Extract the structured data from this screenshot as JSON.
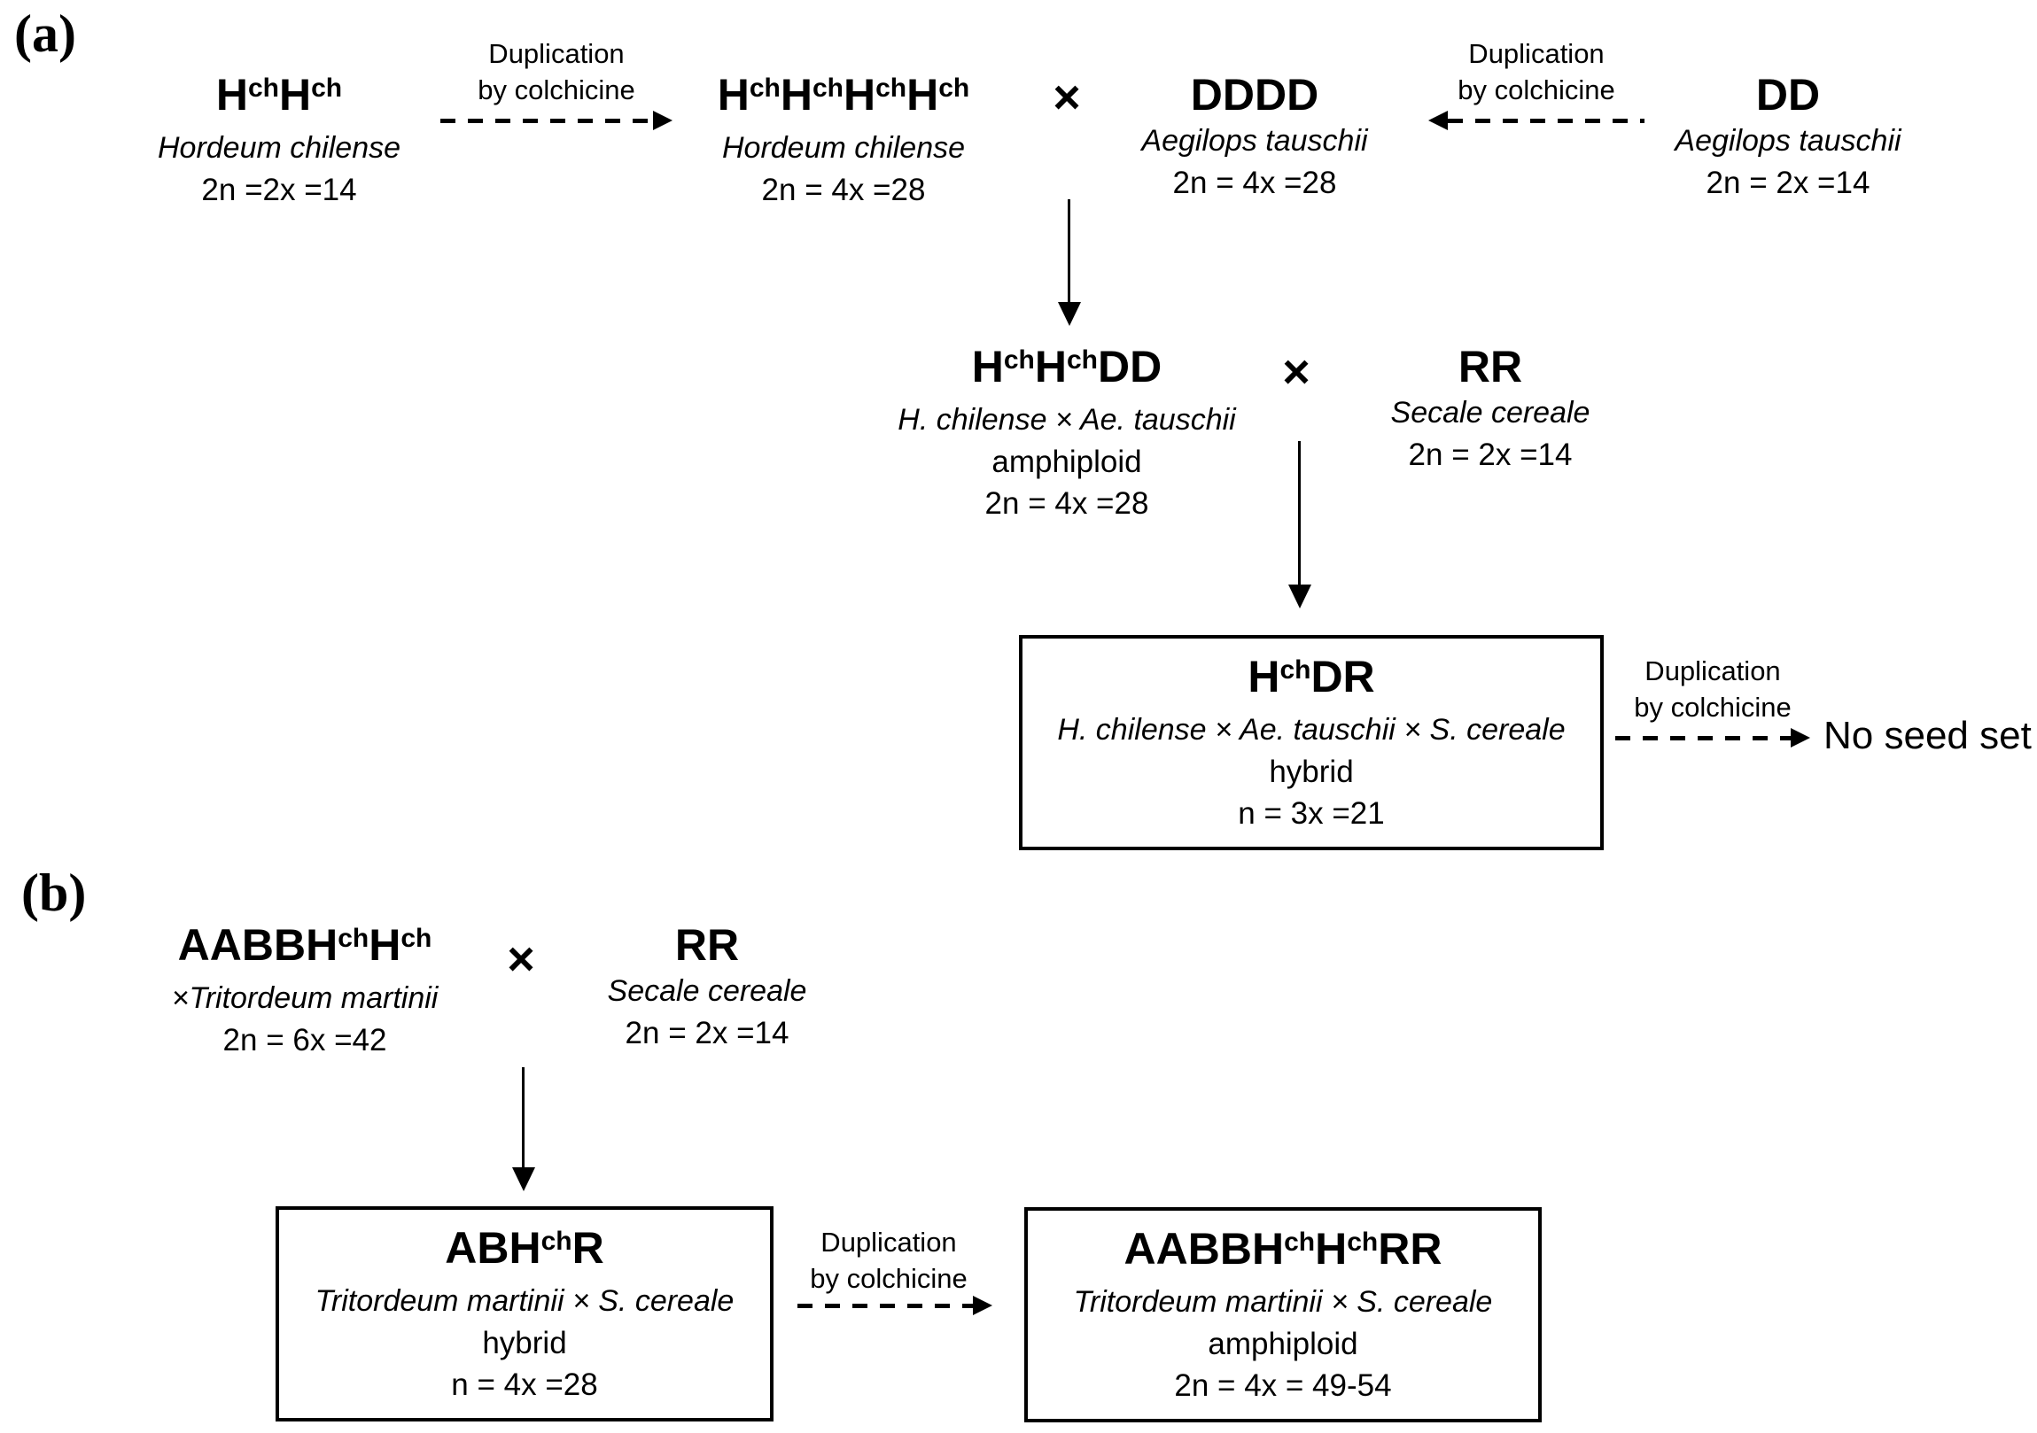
{
  "shared": {
    "cross_symbol": "×",
    "duplication_label": {
      "line1": "Duplication",
      "line2": "by colchicine"
    }
  },
  "panel_a": {
    "label": "(a)",
    "row1": {
      "hordeum_2x": {
        "genome": [
          {
            "t": "H"
          },
          {
            "t": "ch",
            "sup": true
          },
          {
            "t": "H"
          },
          {
            "t": "ch",
            "sup": true
          }
        ],
        "species": "Hordeum chilense",
        "count": "2n =2x =14"
      },
      "hordeum_4x": {
        "genome": [
          {
            "t": "H"
          },
          {
            "t": "ch",
            "sup": true
          },
          {
            "t": "H"
          },
          {
            "t": "ch",
            "sup": true
          },
          {
            "t": "H"
          },
          {
            "t": "ch",
            "sup": true
          },
          {
            "t": "H"
          },
          {
            "t": "ch",
            "sup": true
          }
        ],
        "species": "Hordeum chilense",
        "count": "2n = 4x =28"
      },
      "aegilops_4x": {
        "genome": [
          {
            "t": "DDDD"
          }
        ],
        "species": "Aegilops tauschii",
        "count": "2n = 4x =28"
      },
      "aegilops_2x": {
        "genome": [
          {
            "t": "DD"
          }
        ],
        "species": "Aegilops tauschii",
        "count": "2n = 2x =14"
      }
    },
    "row2": {
      "amphiploid": {
        "genome": [
          {
            "t": "H"
          },
          {
            "t": "ch",
            "sup": true
          },
          {
            "t": "H"
          },
          {
            "t": "ch",
            "sup": true
          },
          {
            "t": "DD"
          }
        ],
        "species": "H. chilense × Ae. tauschii",
        "ploidy": "amphiploid",
        "count": "2n = 4x =28"
      },
      "secale": {
        "genome": [
          {
            "t": "RR"
          }
        ],
        "species": "Secale cereale",
        "count": "2n = 2x =14"
      }
    },
    "result_box": {
      "genome": [
        {
          "t": "H"
        },
        {
          "t": "ch",
          "sup": true
        },
        {
          "t": "DR"
        }
      ],
      "species": "H. chilense × Ae. tauschii × S. cereale",
      "ploidy": "hybrid",
      "count": "n = 3x =21"
    },
    "outcome": "No seed set"
  },
  "panel_b": {
    "label": "(b)",
    "row1": {
      "tritordeum": {
        "genome": [
          {
            "t": "AABBH"
          },
          {
            "t": "ch",
            "sup": true
          },
          {
            "t": "H"
          },
          {
            "t": "ch",
            "sup": true
          }
        ],
        "species": "×Tritordeum martinii",
        "count": "2n = 6x =42"
      },
      "secale": {
        "genome": [
          {
            "t": "RR"
          }
        ],
        "species": "Secale cereale",
        "count": "2n = 2x =14"
      }
    },
    "hybrid_box": {
      "genome": [
        {
          "t": "ABH"
        },
        {
          "t": "ch",
          "sup": true
        },
        {
          "t": "R"
        }
      ],
      "species": "Tritordeum martinii × S. cereale",
      "ploidy": "hybrid",
      "count": "n = 4x =28"
    },
    "amphiploid_box": {
      "genome": [
        {
          "t": "AABBH"
        },
        {
          "t": "ch",
          "sup": true
        },
        {
          "t": "H"
        },
        {
          "t": "ch",
          "sup": true
        },
        {
          "t": "RR"
        }
      ],
      "species": "Tritordeum martinii × S. cereale",
      "ploidy": "amphiploid",
      "count": "2n = 4x = 49-54"
    }
  }
}
